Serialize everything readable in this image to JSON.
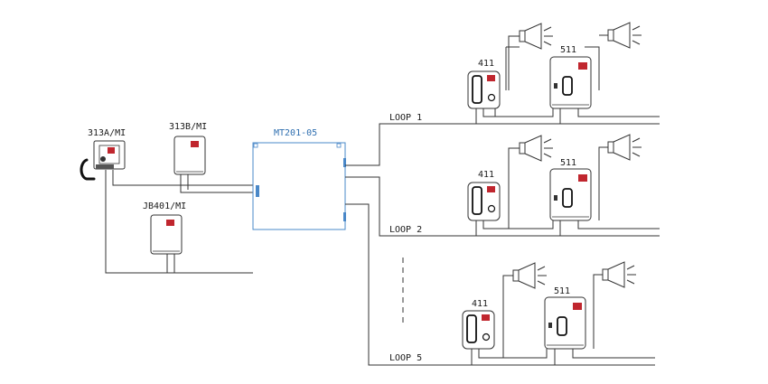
{
  "devices": {
    "master_station": "313A/MI",
    "substation": "313B/MI",
    "junction_box": "JB401/MI",
    "controller": "MT201-05"
  },
  "loops": [
    {
      "label": "LOOP 1",
      "phone_model": "411",
      "speaker_phone_model": "511"
    },
    {
      "label": "LOOP 2",
      "phone_model": "411",
      "speaker_phone_model": "511"
    },
    {
      "label": "LOOP 5",
      "phone_model": "411",
      "speaker_phone_model": "511"
    }
  ],
  "colors": {
    "controller_outline": "#4a88c8",
    "controller_label": "#2f6fb0",
    "badge": "#c0262e"
  }
}
